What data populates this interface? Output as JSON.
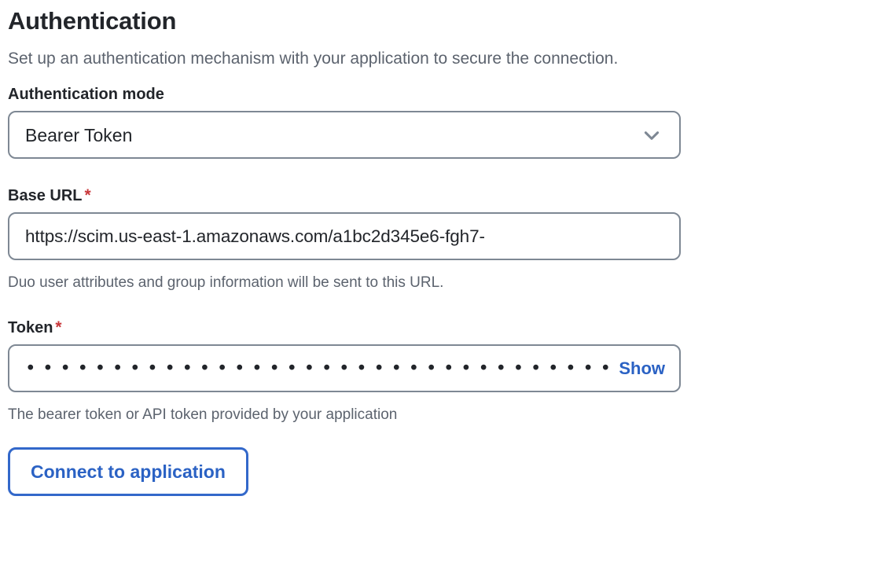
{
  "section": {
    "title": "Authentication",
    "subtitle": "Set up an authentication mechanism with your application to secure the connection."
  },
  "auth_mode": {
    "label": "Authentication mode",
    "selected": "Bearer Token",
    "icon": "chevron-down-icon"
  },
  "base_url": {
    "label": "Base URL",
    "required_marker": "*",
    "value": "https://scim.us-east-1.amazonaws.com/a1bc2d345e6-fgh7-",
    "help": "Duo user attributes and group information will be sent to this URL."
  },
  "token": {
    "label": "Token",
    "required_marker": "*",
    "masked_value": "•••••••••••••••••••••••••••••••••••••••••••••••",
    "show_label": "Show",
    "help": "The bearer token or API token provided by your application"
  },
  "actions": {
    "connect_label": "Connect to application"
  },
  "colors": {
    "text_primary": "#22252a",
    "text_muted": "#5c636e",
    "border": "#7e8894",
    "accent_blue": "#2b62c4",
    "button_border": "#3368ca",
    "required_red": "#c8373a"
  }
}
